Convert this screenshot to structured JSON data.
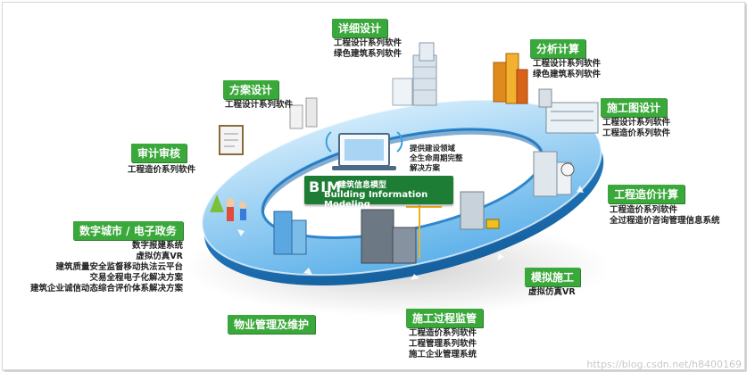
{
  "center": {
    "bim_letters": "BIM",
    "bim_title": "建筑信息模型",
    "bim_english": "Building Information Modeling",
    "lines": [
      "提供建设领域",
      "全生命周期完整",
      "解决方案"
    ]
  },
  "stages": [
    {
      "title": "详细设计",
      "lines": [
        "工程设计系列软件",
        "绿色建筑系列软件"
      ]
    },
    {
      "title": "分析计算",
      "lines": [
        "工程设计系列软件",
        "绿色建筑系列软件"
      ]
    },
    {
      "title": "施工图设计",
      "lines": [
        "工程设计系列软件",
        "工程造价系列软件"
      ]
    },
    {
      "title": "工程造价计算",
      "lines": [
        "工程造价系列软件",
        "全过程造价咨询管理信息系统"
      ]
    },
    {
      "title": "模拟施工",
      "lines": [
        "虚拟仿真VR"
      ]
    },
    {
      "title": "施工过程监管",
      "lines": [
        "工程造价系列软件",
        "工程管理系列软件",
        "施工企业管理系统"
      ]
    },
    {
      "title": "物业管理及维护",
      "lines": []
    },
    {
      "title": "数字城市 / 电子政务",
      "lines": [
        "数字报建系统",
        "虚拟仿真VR",
        "建筑质量安全监督移动执法云平台",
        "交易全程电子化解决方案",
        "建筑企业诚信动态综合评价体系解决方案"
      ]
    },
    {
      "title": "审计审核",
      "lines": [
        "工程造价系列软件"
      ]
    },
    {
      "title": "方案设计",
      "lines": [
        "工程设计系列软件"
      ]
    }
  ],
  "watermark": "https://blog.csdn.net/h8400169",
  "colors": {
    "label_green": "#3aa83a",
    "ring_blue": "#2f8fd8",
    "ring_light": "#9fd3f5",
    "bim_box": "#1e7d34"
  }
}
